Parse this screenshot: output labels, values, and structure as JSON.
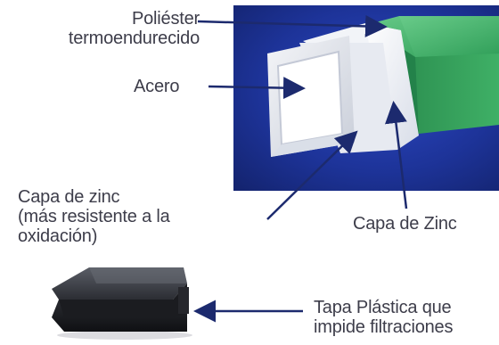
{
  "labels": {
    "polyester": [
      "Poliéster",
      "termoendurecido"
    ],
    "steel": "Acero",
    "zinc_inner": [
      "Capa de zinc",
      "(más resistente a la",
      "oxidación)"
    ],
    "zinc_outer": "Capa de Zinc",
    "cap": [
      "Tapa Plástica que",
      "impide filtraciones"
    ]
  },
  "colors": {
    "panel_blue": "#1c2f8f",
    "tube_green": "#2e9a55",
    "arrow": "#1c2a6e",
    "text": "#3d3d4a"
  }
}
